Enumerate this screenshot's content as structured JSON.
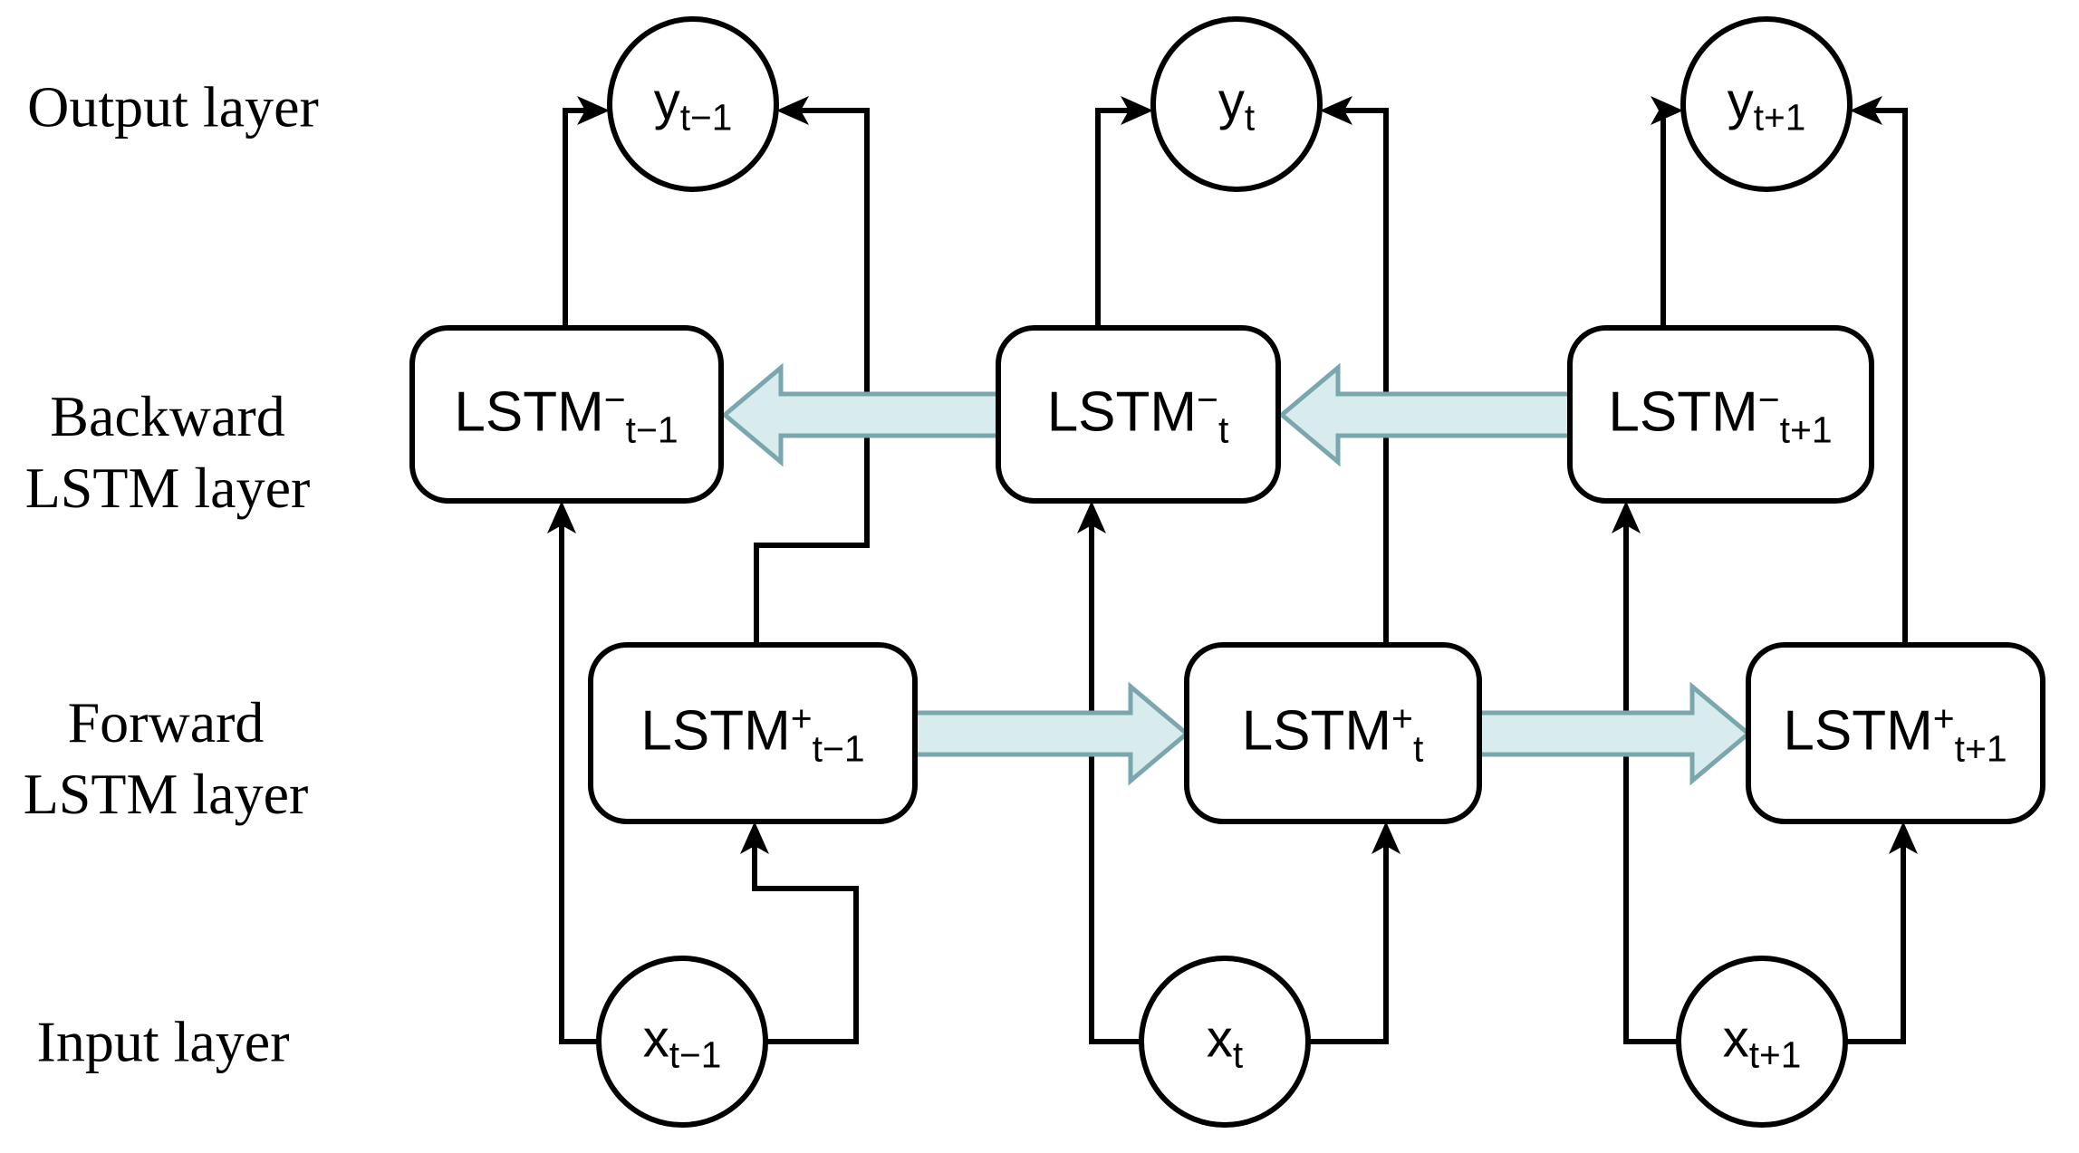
{
  "colors": {
    "background": "#ffffff",
    "node_fill": "#ffffff",
    "node_stroke": "#000000",
    "connector_line": "#000000",
    "flow_arrow_fill": "#d9eced",
    "flow_arrow_stroke": "#7aa6ad",
    "text": "#000000"
  },
  "row_labels": {
    "output": "Output layer",
    "backward_line1": "Backward",
    "backward_line2": "LSTM layer",
    "forward_line1": "Forward",
    "forward_line2": "LSTM layer",
    "input": "Input layer"
  },
  "nodes": {
    "output": [
      {
        "base": "y",
        "sub": "t−1"
      },
      {
        "base": "y",
        "sub": "t"
      },
      {
        "base": "y",
        "sub": "t+1"
      }
    ],
    "backward": [
      {
        "base": "LSTM",
        "sup": "−",
        "sub": "t−1"
      },
      {
        "base": "LSTM",
        "sup": "−",
        "sub": "t"
      },
      {
        "base": "LSTM",
        "sup": "−",
        "sub": "t+1"
      }
    ],
    "forward": [
      {
        "base": "LSTM",
        "sup": "+",
        "sub": "t−1"
      },
      {
        "base": "LSTM",
        "sup": "+",
        "sub": "t"
      },
      {
        "base": "LSTM",
        "sup": "+",
        "sub": "t+1"
      }
    ],
    "input": [
      {
        "base": "x",
        "sub": "t−1"
      },
      {
        "base": "x",
        "sub": "t"
      },
      {
        "base": "x",
        "sub": "t+1"
      }
    ]
  }
}
